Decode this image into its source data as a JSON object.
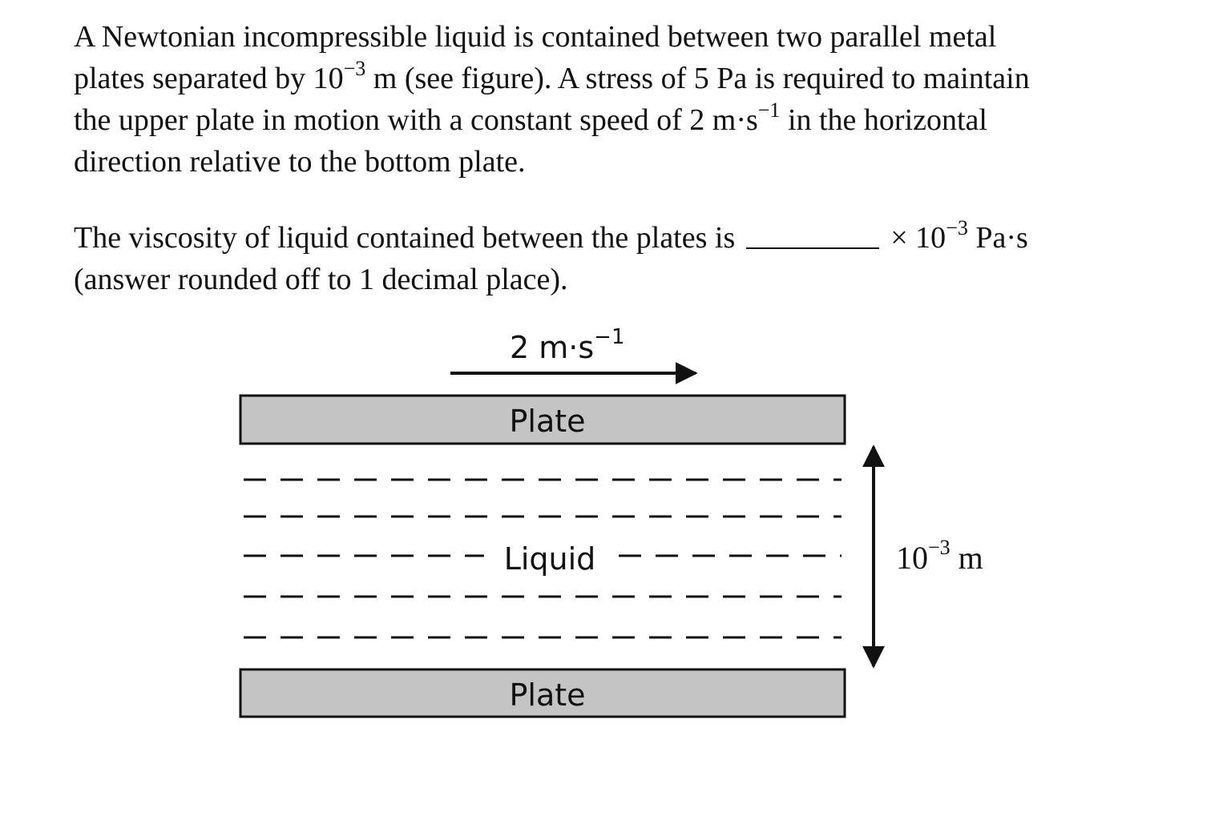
{
  "question": {
    "lines": [
      [
        "A Newtonian incompressible liquid is contained between two parallel metal"
      ],
      [
        "plates separated by 10",
        "−3",
        " m (see figure). A stress of 5 Pa is required to maintain"
      ],
      [
        "the upper plate in motion with a constant speed of 2 m·s",
        "−1",
        " in the horizontal"
      ],
      [
        "direction relative to the bottom plate."
      ]
    ],
    "prompt_part1": "The viscosity of liquid contained between the plates is",
    "unit_prefix": "× 10",
    "unit_exp": "−3",
    "unit_suffix": " Pa·s",
    "prompt_part2": "(answer rounded off to 1 decimal place)."
  },
  "figure": {
    "velocity_base": "2 m·s",
    "velocity_exp": "−1",
    "top_plate_label": "Plate",
    "liquid_label": "Liquid",
    "bottom_plate_label": "Plate",
    "gap_base": "10",
    "gap_exp": "−3",
    "gap_unit": " m",
    "plate_fill": "#c4c4c4",
    "stroke_color": "#111111"
  }
}
